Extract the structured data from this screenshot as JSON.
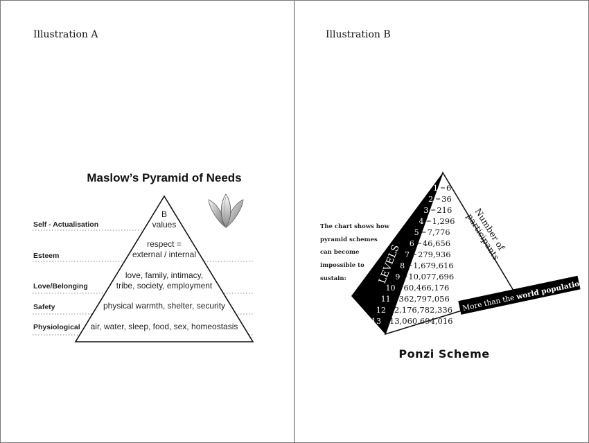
{
  "illustration_a": {
    "title": "Illustration A",
    "chart_title": "Maslow’s Pyramid of Needs",
    "levels": [
      {
        "label": "Self - Actualisation",
        "content_lines": [
          "B",
          "values"
        ]
      },
      {
        "label": "Esteem",
        "content_lines": [
          "respect  =",
          "external / internal"
        ]
      },
      {
        "label": "Love/Belonging",
        "content_lines": [
          "love, family, intimacy,",
          "tribe, society, employment"
        ]
      },
      {
        "label": "Safety",
        "content_lines": [
          "physical warmth, shelter, security"
        ]
      },
      {
        "label": "Physiological",
        "content_lines": [
          "air, water, sleep, food, sex, homeostasis"
        ]
      }
    ],
    "logo_icon": "lotus-icon"
  },
  "illustration_b": {
    "title": "Illustration B",
    "side_text_lines": [
      "The chart shows how",
      "pyramid schemes",
      "can become",
      "impossible to",
      "sustain:"
    ],
    "levels_label": "LEVELS",
    "participants_label_lines": [
      "Number of",
      "participants"
    ],
    "rows": [
      {
        "level": "1",
        "participants": "6"
      },
      {
        "level": "2",
        "participants": "36"
      },
      {
        "level": "3",
        "participants": "216"
      },
      {
        "level": "4",
        "participants": "1,296"
      },
      {
        "level": "5",
        "participants": "7,776"
      },
      {
        "level": "6",
        "participants": "46,656"
      },
      {
        "level": "7",
        "participants": "279,936"
      },
      {
        "level": "8",
        "participants": "1,679,616"
      },
      {
        "level": "9",
        "participants": "10,077,696"
      },
      {
        "level": "10",
        "participants": "60,466,176"
      },
      {
        "level": "11",
        "participants": "362,797,056"
      },
      {
        "level": "12",
        "participants": "2,176,782,336"
      },
      {
        "level": "13",
        "participants": "13,060,694,016"
      }
    ],
    "banner_prefix": "More than the ",
    "banner_bold": "world population",
    "caption": "Ponzi Scheme"
  }
}
